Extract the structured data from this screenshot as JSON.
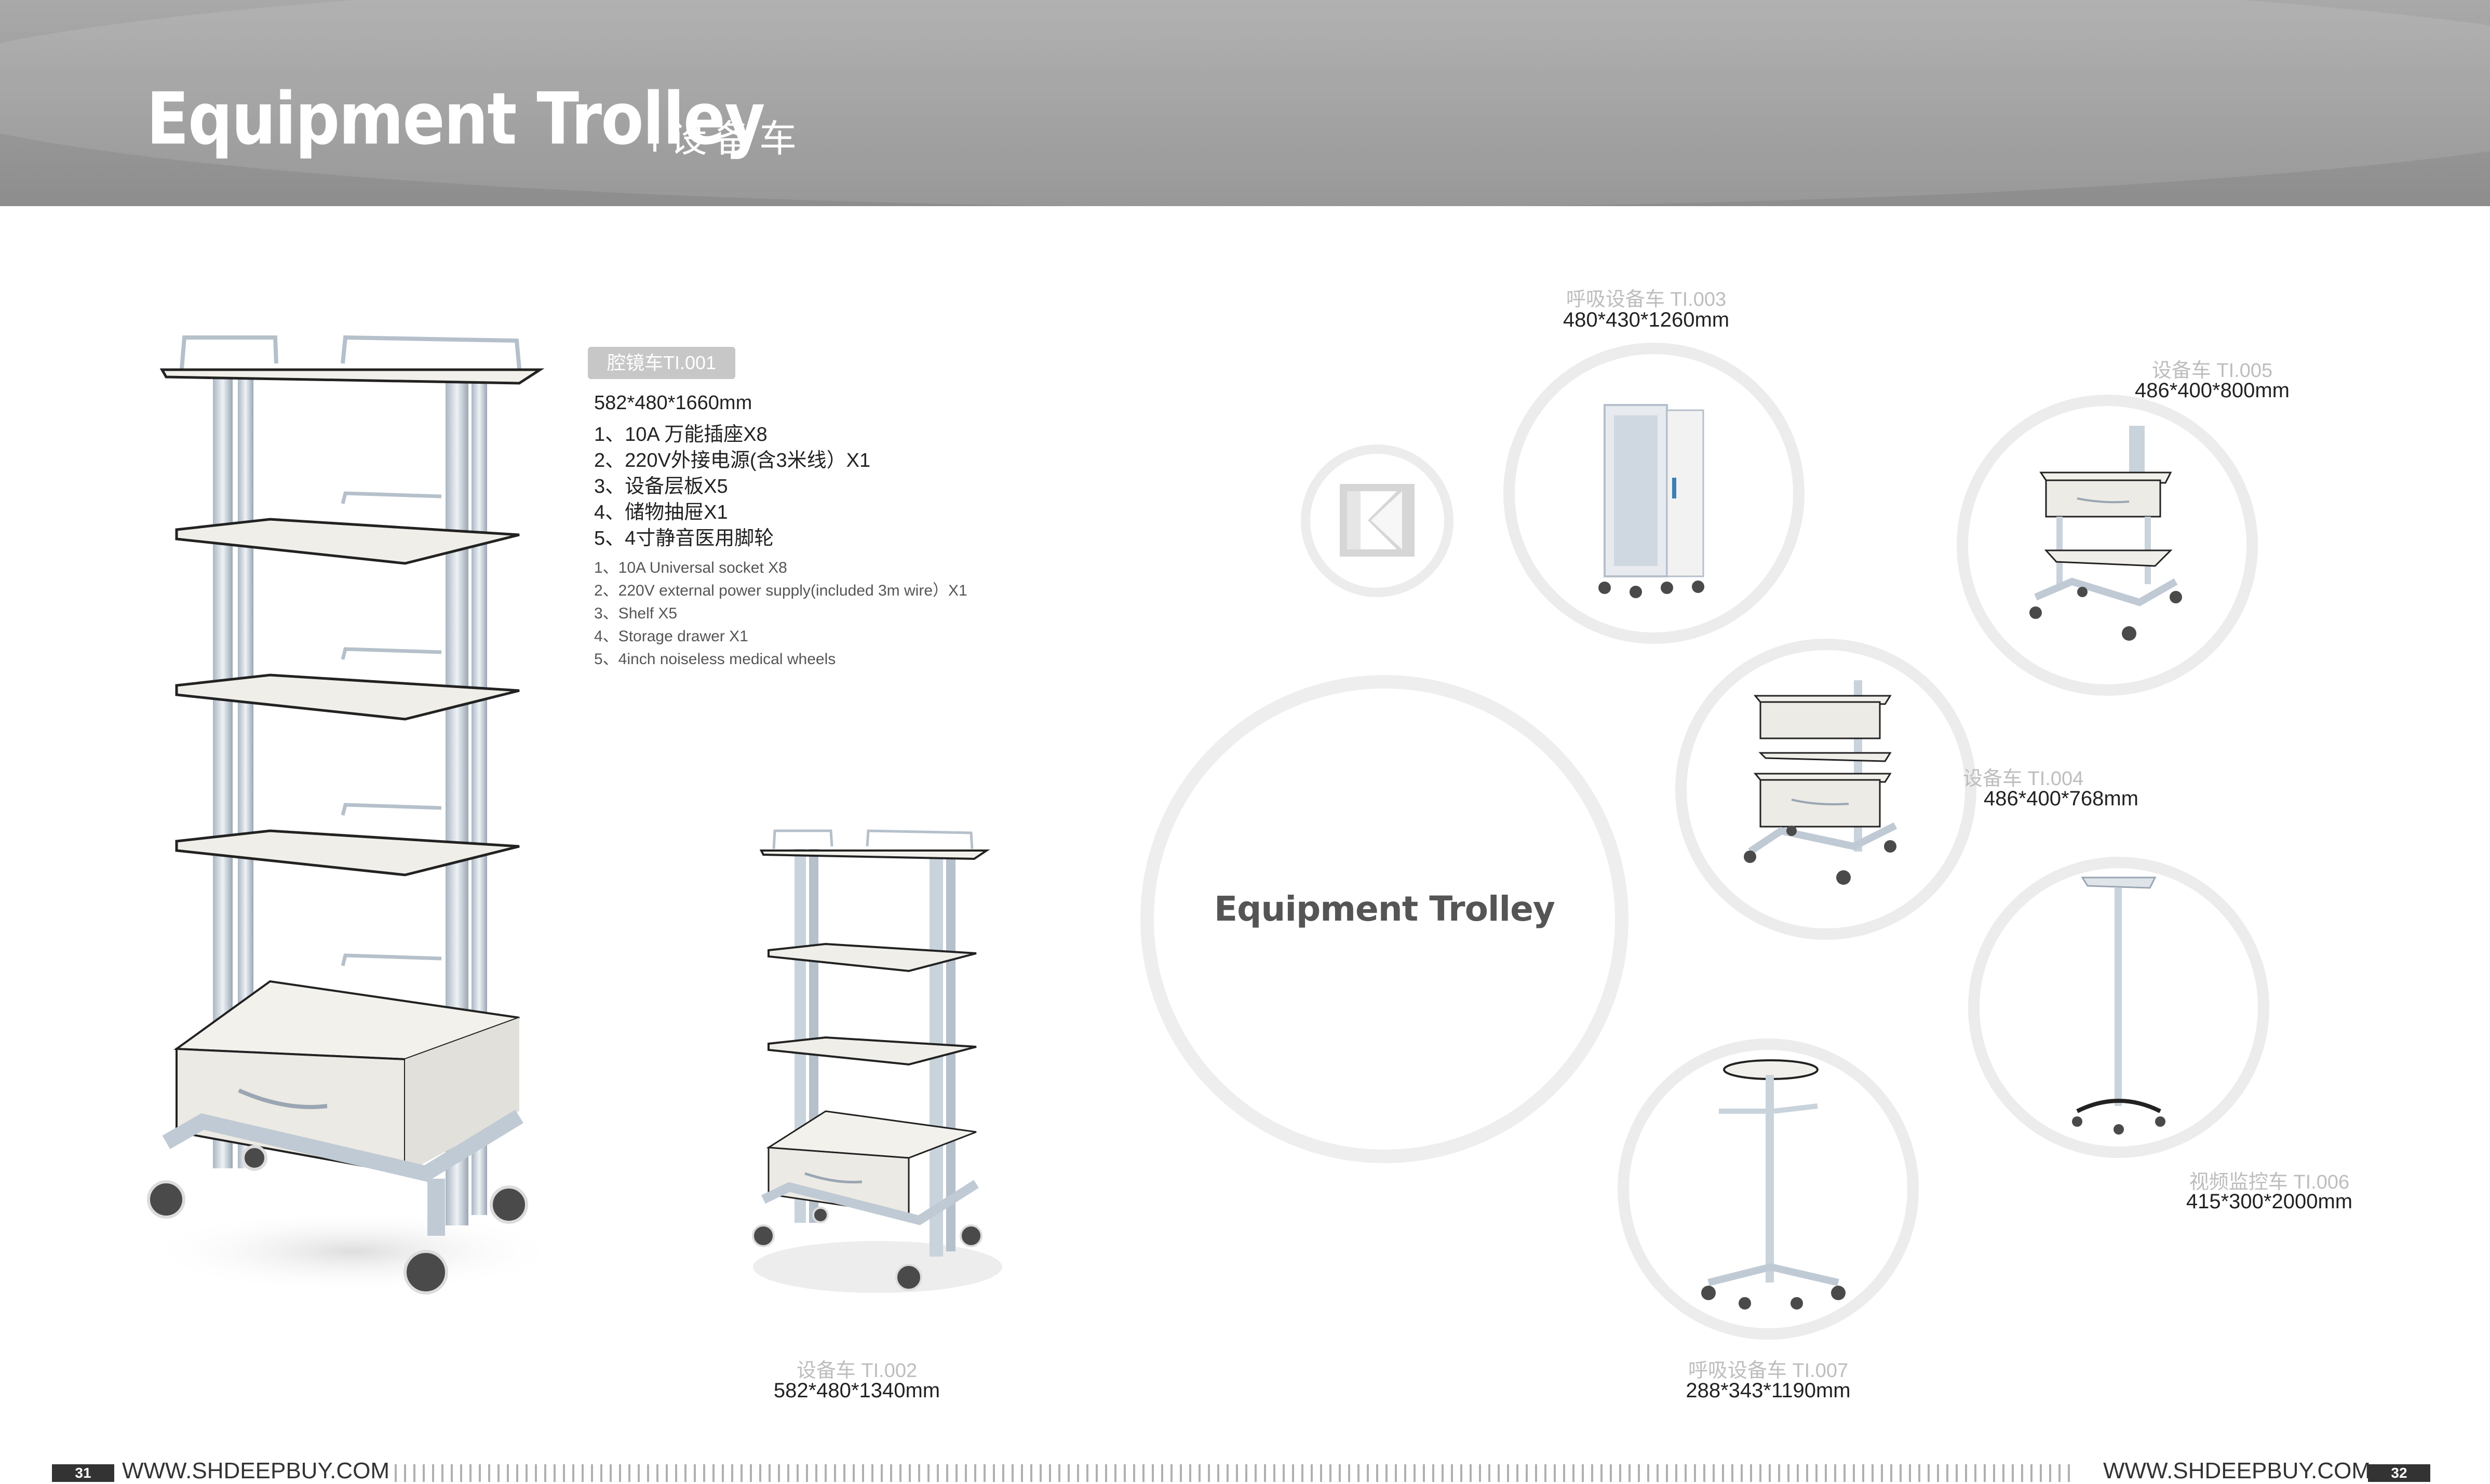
{
  "header": {
    "title_en": "Equipment Trolley",
    "title_cn": "设备车"
  },
  "main_product": {
    "tag": "腔镜车TI.001",
    "dimensions": "582*480*1660mm",
    "features_cn": [
      "1、10A 万能插座X8",
      "2、220V外接电源(含3米线）X1",
      "3、设备层板X5",
      "4、储物抽屉X1",
      "5、4寸静音医用脚轮"
    ],
    "features_en": [
      "1、10A Universal socket X8",
      "2、220V external power supply(included 3m wire）X1",
      "3、Shelf X5",
      "4、Storage drawer X1",
      "5、4inch noiseless medical wheels"
    ]
  },
  "products": {
    "ti002": {
      "name": "设备车 TI.002",
      "dims": "582*480*1340mm"
    },
    "ti003": {
      "name": "呼吸设备车 TI.003",
      "dims": "480*430*1260mm"
    },
    "ti004": {
      "name": "设备车 TI.004",
      "dims": "486*400*768mm"
    },
    "ti005": {
      "name": "设备车 TI.005",
      "dims": "486*400*800mm"
    },
    "ti006": {
      "name": "视频监控车 TI.006",
      "dims": "415*300*2000mm"
    },
    "ti007": {
      "name": "呼吸设备车 TI.007",
      "dims": "288*343*1190mm"
    }
  },
  "center_label": "Equipment Trolley",
  "footer": {
    "page_left": "31",
    "page_right": "32",
    "site_left": "WWW.SHDEEPBUY.COM",
    "site_right": "WWW.SHDEEPBUY.COM"
  },
  "colors": {
    "header_bg": "#9a9a9a",
    "ring": "#ececec",
    "frame": "#c9d3dc",
    "shelf": "#f2f0ea",
    "edge": "#222222"
  }
}
